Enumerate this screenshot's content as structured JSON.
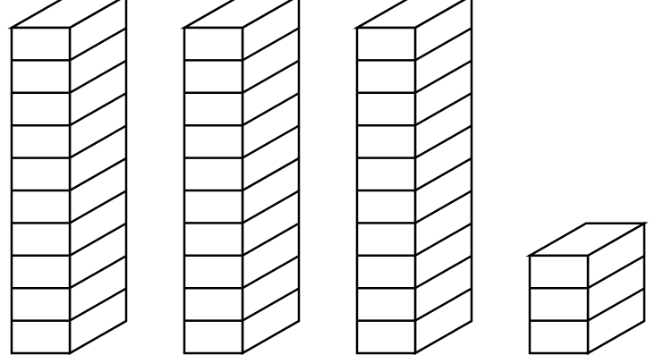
{
  "figure": {
    "description_type": "base-ten blocks",
    "line_color": "#000000",
    "fill_color": "#ffffff",
    "stacks": [
      {
        "kind": "ten-rod",
        "cubes": 10
      },
      {
        "kind": "ten-rod",
        "cubes": 10
      },
      {
        "kind": "ten-rod",
        "cubes": 10
      },
      {
        "kind": "ones-stack",
        "cubes": 3
      }
    ]
  }
}
